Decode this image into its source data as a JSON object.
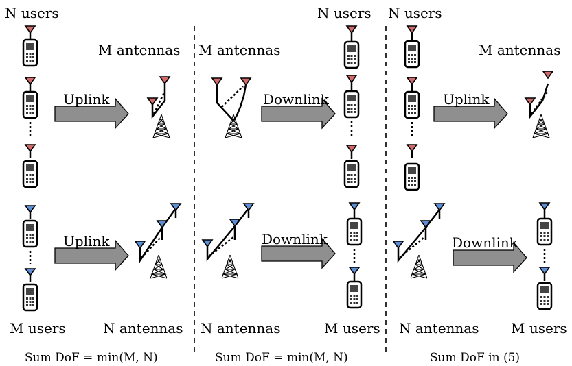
{
  "colors": {
    "uplink_pair_antenna": "#d16b6b",
    "downlink_pair_antenna": "#5c8fd6",
    "arrow_fill": "#8f8f8f",
    "phone_body": "#ffffff",
    "phone_screen": "#444444"
  },
  "panels": [
    {
      "top": {
        "left_label": "N users",
        "right_label": "M antennas",
        "arrow_label": "Uplink"
      },
      "bottom": {
        "left_label": "M users",
        "right_label": "N antennas",
        "arrow_label": "Uplink"
      },
      "caption": "Sum DoF = min(M, N)"
    },
    {
      "top": {
        "left_label": "M antennas",
        "right_label": "N users",
        "arrow_label": "Downlink"
      },
      "bottom": {
        "left_label": "N antennas",
        "right_label": "M users",
        "arrow_label": "Downlink"
      },
      "caption": "Sum DoF = min(M, N)"
    },
    {
      "top": {
        "left_label": "N users",
        "right_label": "M antennas",
        "arrow_label": "Uplink"
      },
      "bottom": {
        "left_label": "N antennas",
        "right_label": "M users",
        "arrow_label": "Downlink"
      },
      "caption": "Sum DoF in (5)"
    }
  ]
}
